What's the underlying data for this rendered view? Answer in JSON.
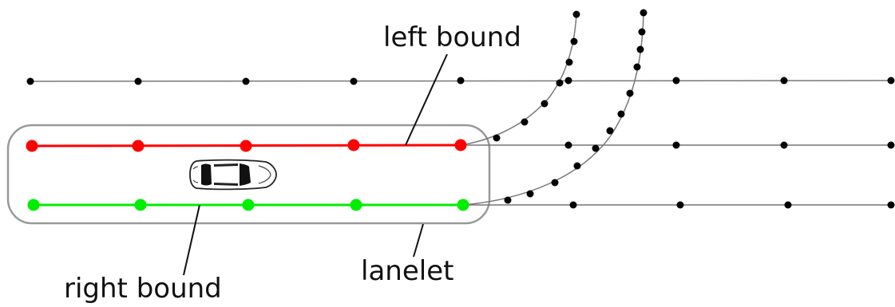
{
  "labels": {
    "left_bound": "left bound",
    "right_bound": "right bound",
    "lanelet": "lanelet"
  },
  "colors": {
    "left_bound": "#ff0000",
    "right_bound": "#00ee00",
    "road_lines": "#777777",
    "nodes": "#000000",
    "lanelet_outline": "#999999"
  },
  "icons": {
    "vehicle": "car-top-view-icon"
  }
}
